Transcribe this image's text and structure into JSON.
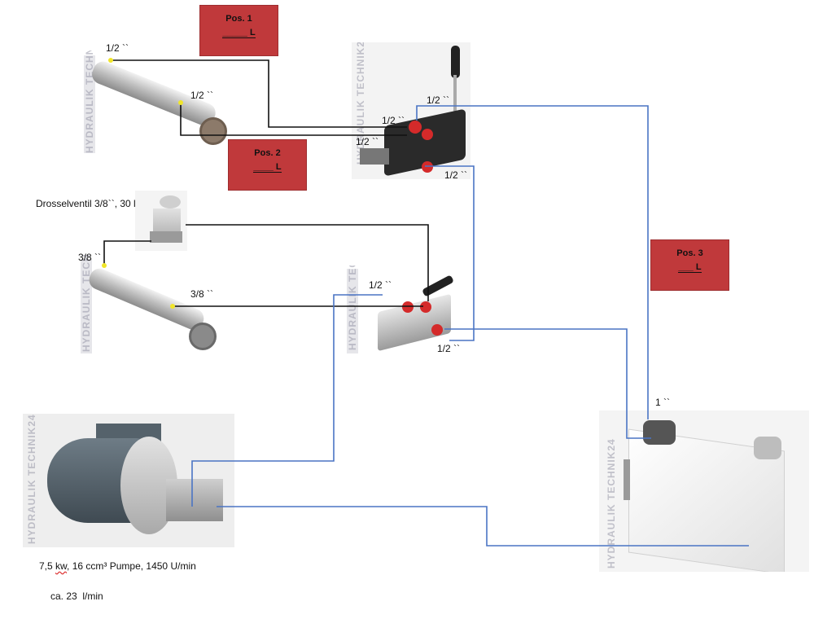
{
  "positions": [
    {
      "title": "Pos. 1",
      "fill": "_____ L"
    },
    {
      "title": "Pos. 2",
      "fill": "____ L"
    },
    {
      "title": "Pos. 3",
      "fill": "___ L"
    }
  ],
  "ports": {
    "cyl1_top": "1/2 ``",
    "cyl1_bottom": "1/2 ``",
    "valve1_a": "1/2 ``",
    "valve1_b": "1/2 ``",
    "valve1_in": "1/2 ``",
    "valve1_out": "1/2 ``",
    "cyl2_top": "3/8 ``",
    "cyl2_bottom": "3/8 ``",
    "valve2_in": "1/2 ``",
    "valve2_out": "1/2 ``",
    "tank_return": "1 ``"
  },
  "throttle_label": "Drosselventil 3/8``, 30 l",
  "pump": {
    "power": "7,5",
    "power_unit_word": "kw",
    "rest": ", 16 ccm³ Pumpe, 1450 U/min",
    "flow": "ca. 23  l/min"
  },
  "watermark": "HYDRAULIK TECHNIK24",
  "colors": {
    "box_fill": "#c0393b",
    "line_black": "#111111",
    "line_blue": "#4a74c4"
  }
}
